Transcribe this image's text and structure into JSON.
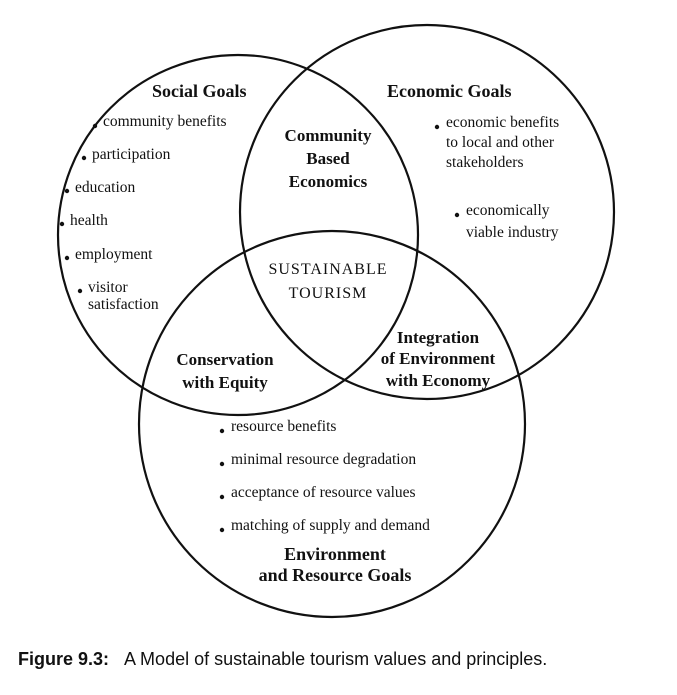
{
  "diagram": {
    "circles": {
      "social": {
        "title": "Social Goals",
        "items": [
          "community benefits",
          "participation",
          "education",
          "health",
          "employment",
          "visitor",
          "satisfaction"
        ]
      },
      "economic": {
        "title": "Economic Goals",
        "items": [
          "economic benefits",
          "to local and other",
          "stakeholders",
          "economically",
          "viable industry"
        ]
      },
      "environment": {
        "title_line1": "Environment",
        "title_line2": "and Resource Goals",
        "items": [
          "resource benefits",
          "minimal resource degradation",
          "acceptance of resource values",
          "matching of supply and demand"
        ]
      }
    },
    "overlaps": {
      "social_economic": [
        "Community",
        "Based",
        "Economics"
      ],
      "social_environment": [
        "Conservation",
        "with Equity"
      ],
      "economic_environment": [
        "Integration",
        "of Environment",
        "with Economy"
      ]
    },
    "center": [
      "SUSTAINABLE",
      "TOURISM"
    ]
  },
  "caption": {
    "label": "Figure 9.3:",
    "text": "A Model of sustainable tourism values and principles."
  },
  "colors": {
    "stroke": "#111111",
    "background": "#ffffff"
  }
}
